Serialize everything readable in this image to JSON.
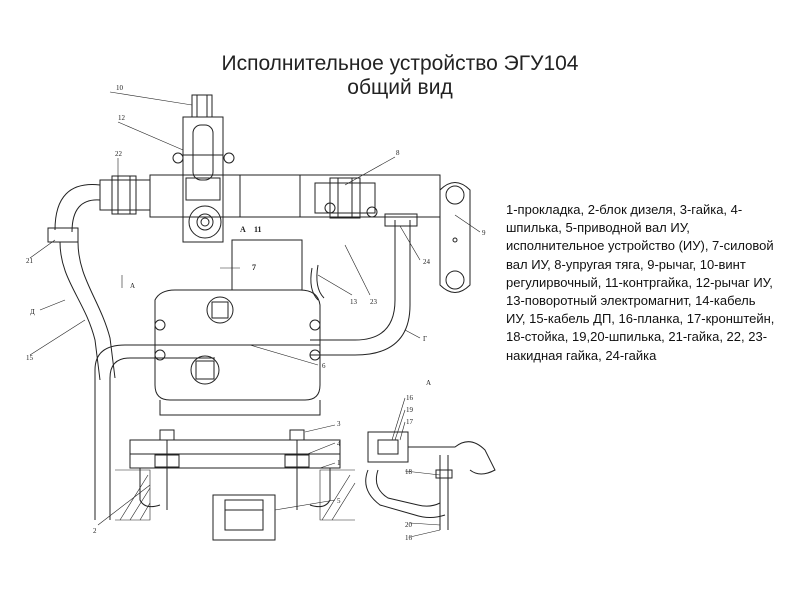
{
  "title": {
    "line1": "Исполнительное устройство ЭГУ104",
    "line2": "общий вид"
  },
  "legend": "1-прокладка, 2-блок дизеля, 3-гайка, 4-шпилька, 5-приводной вал ИУ, исполнительное устройство (ИУ), 7-силовой вал ИУ, 8-упругая тяга, 9-рычаг, 10-винт регулирвочный, 11-контргайка, 12-рычаг ИУ, 13-поворотный электромагнит, 14-кабель ИУ, 15-кабель ДП, 16-планка, 17-кронштейн, 18-стойка, 19,20-шпилька, 21-гайка, 22, 23-накидная гайка, 24-гайка",
  "callouts": {
    "n10": "10",
    "n12": "12",
    "n22": "22",
    "n8": "8",
    "n9": "9",
    "n21": "21",
    "n24": "24",
    "nA1": "A",
    "n11": "11",
    "n7": "7",
    "nA2": "A",
    "nD": "Д",
    "n13": "13",
    "n23": "23",
    "n15": "15",
    "nG": "Г",
    "n6": "6",
    "n3": "3",
    "n4": "4",
    "n1": "1",
    "n2": "2",
    "n5": "5",
    "nA3": "A",
    "n16a": "16",
    "n19": "19",
    "n17": "17",
    "n18": "18",
    "n20": "20",
    "n16b": "16"
  }
}
